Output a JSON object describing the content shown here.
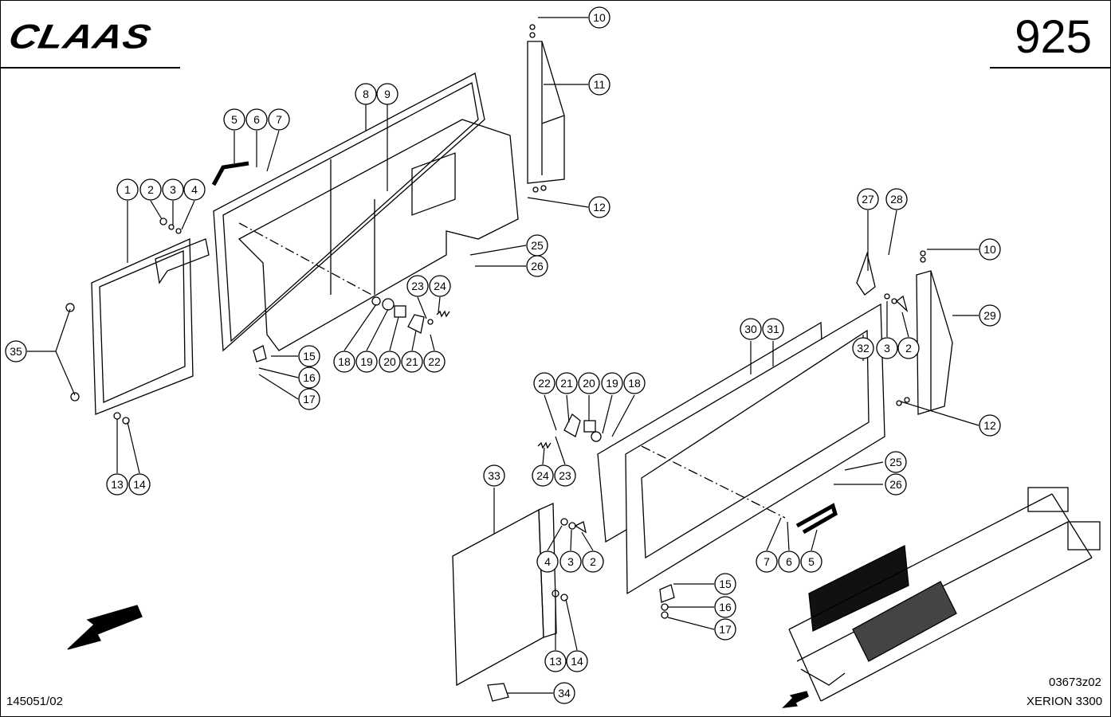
{
  "brand": "CLAAS",
  "page_number": "925",
  "footer": {
    "doc_ref": "145051/02",
    "drawing_code": "03673z02",
    "model": "XERION 3300"
  },
  "callouts": [
    {
      "id": "c10a",
      "n": "10"
    },
    {
      "id": "c11a",
      "n": "11"
    },
    {
      "id": "c12a",
      "n": "12"
    },
    {
      "id": "c8",
      "n": "8"
    },
    {
      "id": "c9a",
      "n": "9"
    },
    {
      "id": "c5a",
      "n": "5"
    },
    {
      "id": "c6a",
      "n": "6"
    },
    {
      "id": "c7a",
      "n": "7"
    },
    {
      "id": "c1",
      "n": "1"
    },
    {
      "id": "c2a",
      "n": "2"
    },
    {
      "id": "c3a",
      "n": "3"
    },
    {
      "id": "c4a",
      "n": "4"
    },
    {
      "id": "c25a",
      "n": "25"
    },
    {
      "id": "c26a",
      "n": "26"
    },
    {
      "id": "c23a",
      "n": "23"
    },
    {
      "id": "c24a",
      "n": "24"
    },
    {
      "id": "c15a",
      "n": "15"
    },
    {
      "id": "c16a",
      "n": "16"
    },
    {
      "id": "c17a",
      "n": "17"
    },
    {
      "id": "c18a",
      "n": "18"
    },
    {
      "id": "c19a",
      "n": "19"
    },
    {
      "id": "c20a",
      "n": "20"
    },
    {
      "id": "c21a",
      "n": "21"
    },
    {
      "id": "c22a",
      "n": "22"
    },
    {
      "id": "c35",
      "n": "35"
    },
    {
      "id": "c13a",
      "n": "13"
    },
    {
      "id": "c14a",
      "n": "14"
    },
    {
      "id": "c27",
      "n": "27"
    },
    {
      "id": "c28",
      "n": "28"
    },
    {
      "id": "c10b",
      "n": "10"
    },
    {
      "id": "c29",
      "n": "29"
    },
    {
      "id": "c30",
      "n": "30"
    },
    {
      "id": "c31",
      "n": "31"
    },
    {
      "id": "c32",
      "n": "32"
    },
    {
      "id": "c3b",
      "n": "3"
    },
    {
      "id": "c2b",
      "n": "2"
    },
    {
      "id": "c12b",
      "n": "12"
    },
    {
      "id": "c22b",
      "n": "22"
    },
    {
      "id": "c21b",
      "n": "21"
    },
    {
      "id": "c20b",
      "n": "20"
    },
    {
      "id": "c19b",
      "n": "19"
    },
    {
      "id": "c18b",
      "n": "18"
    },
    {
      "id": "c24b",
      "n": "24"
    },
    {
      "id": "c23b",
      "n": "23"
    },
    {
      "id": "c25b",
      "n": "25"
    },
    {
      "id": "c26b",
      "n": "26"
    },
    {
      "id": "c33",
      "n": "33"
    },
    {
      "id": "c4b",
      "n": "4"
    },
    {
      "id": "c3c",
      "n": "3"
    },
    {
      "id": "c2c",
      "n": "2"
    },
    {
      "id": "c7b",
      "n": "7"
    },
    {
      "id": "c6b",
      "n": "6"
    },
    {
      "id": "c5b",
      "n": "5"
    },
    {
      "id": "c15b",
      "n": "15"
    },
    {
      "id": "c16b",
      "n": "16"
    },
    {
      "id": "c17b",
      "n": "17"
    },
    {
      "id": "c13b",
      "n": "13"
    },
    {
      "id": "c14b",
      "n": "14"
    },
    {
      "id": "c34",
      "n": "34"
    }
  ]
}
